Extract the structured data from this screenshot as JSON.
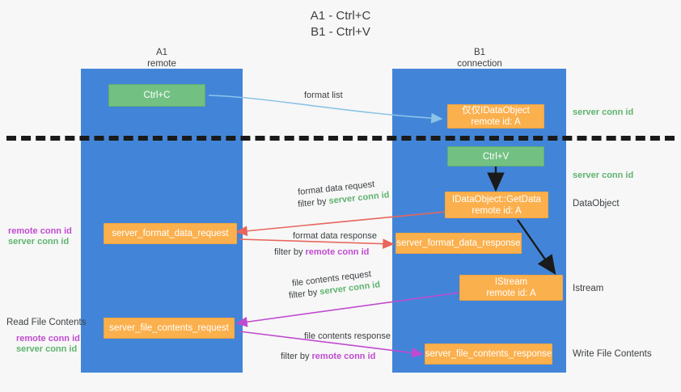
{
  "title": {
    "line1": "A1 - Ctrl+C",
    "line2": "B1 - Ctrl+V"
  },
  "lanes": [
    {
      "name": "A1",
      "sub": "remote"
    },
    {
      "name": "B1",
      "sub": "connection"
    }
  ],
  "nodes": {
    "ctrl_c": {
      "label": "Ctrl+C"
    },
    "ctrl_v": {
      "label": "Ctrl+V"
    },
    "idataobject_formats": {
      "line1": "仅仅IDataObject",
      "line2": "remote id: A"
    },
    "idataobject_getdata": {
      "line1": "IDataObject::GetData",
      "line2": "remote id: A"
    },
    "istream": {
      "line1": "IStream",
      "line2": "remote id: A"
    },
    "server_format_data_request": {
      "label": "server_format_data_request"
    },
    "server_format_data_response": {
      "label": "server_format_data_response"
    },
    "server_file_contents_request": {
      "label": "server_file_contents_request"
    },
    "server_file_contents_response": {
      "label": "server_file_contents_response"
    }
  },
  "edge_labels": {
    "format_list": "format list",
    "format_data_request": "format data request",
    "format_data_request_filter_prefix": "filter by ",
    "format_data_request_filter_value": "server conn id",
    "format_data_response": "format data response",
    "format_data_response_filter_prefix": "filter by ",
    "format_data_response_filter_value": "remote conn id",
    "file_contents_request": "file contents request",
    "file_contents_request_filter_prefix": "filter by ",
    "file_contents_request_filter_value": "server conn id",
    "file_contents_response": "file contents response",
    "file_contents_response_filter_prefix": "filter by ",
    "file_contents_response_filter_value": "remote conn id"
  },
  "side_notes": {
    "server_conn_id_top": "server conn id",
    "server_conn_id_mid": "server conn id",
    "dataobject": "DataObject",
    "istream": "Istream",
    "write_file_contents": "Write File Contents",
    "read_file_contents": "Read File Contents",
    "left_remote_conn_id_1": "remote conn id",
    "left_server_conn_id_1": "server conn id",
    "left_remote_conn_id_2": "remote conn id",
    "left_server_conn_id_2": "server conn id"
  },
  "colors": {
    "lane_blue": "#4285d8",
    "node_green": "#72c183",
    "node_orange": "#fbb04e",
    "text_green": "#5fb36f",
    "text_magenta": "#c04bd0",
    "arrow_blue": "#8cc4e8",
    "arrow_red": "#e8655c",
    "arrow_magenta": "#c04bd0",
    "arrow_black": "#1a1a1a",
    "background": "#f7f7f7"
  }
}
